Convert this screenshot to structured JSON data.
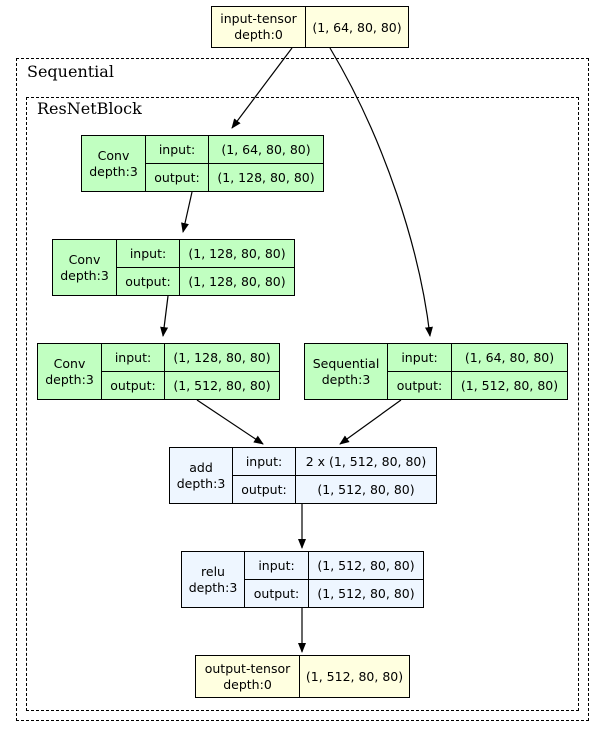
{
  "clusters": {
    "outer_label": "Sequential",
    "inner_label": "ResNetBlock"
  },
  "nodes": {
    "input_tensor": {
      "name": "input-tensor",
      "depth": "depth:0",
      "value": "(1, 64, 80, 80)"
    },
    "conv1": {
      "name": "Conv",
      "depth": "depth:3",
      "input_label": "input:",
      "input": "(1, 64, 80, 80)",
      "output_label": "output:",
      "output": "(1, 128, 80, 80)"
    },
    "conv2": {
      "name": "Conv",
      "depth": "depth:3",
      "input_label": "input:",
      "input": "(1, 128, 80, 80)",
      "output_label": "output:",
      "output": "(1, 128, 80, 80)"
    },
    "conv3": {
      "name": "Conv",
      "depth": "depth:3",
      "input_label": "input:",
      "input": "(1, 128, 80, 80)",
      "output_label": "output:",
      "output": "(1, 512, 80, 80)"
    },
    "sequential": {
      "name": "Sequential",
      "depth": "depth:3",
      "input_label": "input:",
      "input": "(1, 64, 80, 80)",
      "output_label": "output:",
      "output": "(1, 512, 80, 80)"
    },
    "add": {
      "name": "add",
      "depth": "depth:3",
      "input_label": "input:",
      "input": "2 x (1, 512, 80, 80)",
      "output_label": "output:",
      "output": "(1, 512, 80, 80)"
    },
    "relu": {
      "name": "relu",
      "depth": "depth:3",
      "input_label": "input:",
      "input": "(1, 512, 80, 80)",
      "output_label": "output:",
      "output": "(1, 512, 80, 80)"
    },
    "output_tensor": {
      "name": "output-tensor",
      "depth": "depth:0",
      "value": "(1, 512, 80, 80)"
    }
  },
  "colors": {
    "layer_fill": "#c1ffc1",
    "function_fill": "#eef6ff",
    "tensor_fill": "#ffffe0",
    "line": "#000000"
  }
}
